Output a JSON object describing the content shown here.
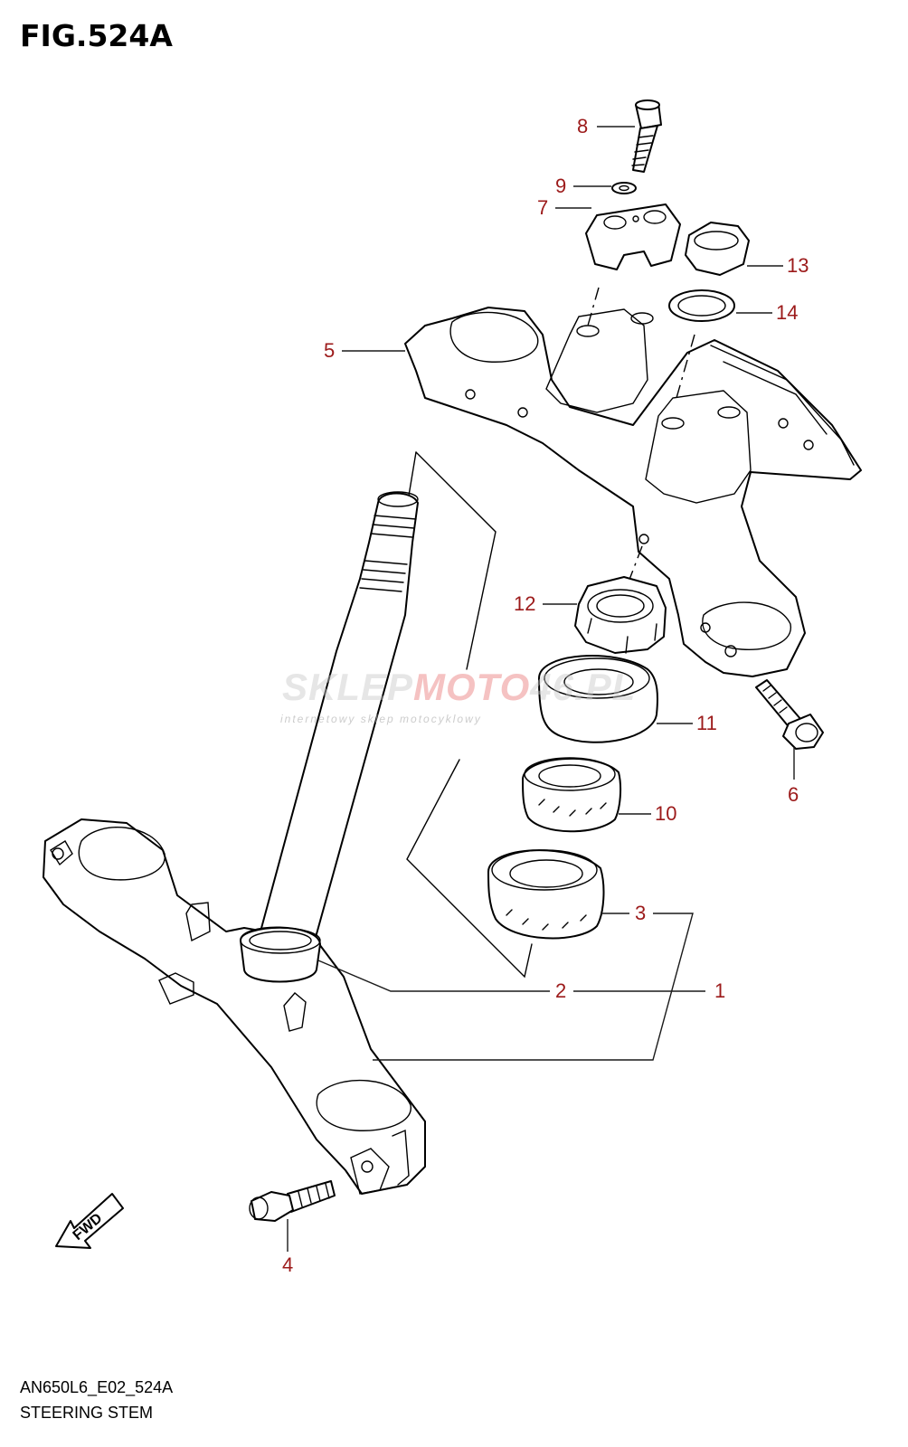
{
  "figure": {
    "title": "FIG.524A",
    "code": "AN650L6_E02_524A",
    "name": "STEERING STEM"
  },
  "watermark": {
    "brand_a": "SKLEP",
    "brand_b": "MOTO",
    "brand_c": "46.PL",
    "tagline": "internetowy sklep motocyklowy"
  },
  "fwd_label": "FWD",
  "colors": {
    "callout": "#9c1a1a",
    "line": "#000000"
  },
  "callouts": [
    {
      "id": "8",
      "label": "8"
    },
    {
      "id": "9",
      "label": "9"
    },
    {
      "id": "7",
      "label": "7"
    },
    {
      "id": "13",
      "label": "13"
    },
    {
      "id": "14",
      "label": "14"
    },
    {
      "id": "5",
      "label": "5"
    },
    {
      "id": "12",
      "label": "12"
    },
    {
      "id": "11",
      "label": "11"
    },
    {
      "id": "6",
      "label": "6"
    },
    {
      "id": "10",
      "label": "10"
    },
    {
      "id": "3",
      "label": "3"
    },
    {
      "id": "2",
      "label": "2"
    },
    {
      "id": "1",
      "label": "1"
    },
    {
      "id": "4",
      "label": "4"
    }
  ]
}
